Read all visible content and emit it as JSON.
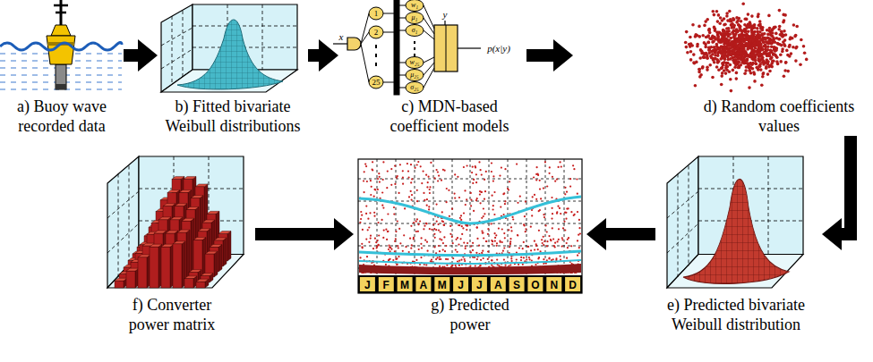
{
  "diagram": {
    "nodes": [
      {
        "text": [
          "a) Buoy wave recorded data"
        ]
      },
      {
        "text": [
          "b) Fitted bivariate Weibull distributions"
        ]
      },
      {
        "text": [
          "c) MDN-based coefficient models"
        ]
      },
      {
        "text": [
          "d) Random coefficients values"
        ]
      },
      {
        "text": [
          "e) Predicted bivariate Weibull distribution"
        ]
      },
      {
        "text": [
          "f) Converter power matrix"
        ]
      },
      {
        "text": [
          "g) Predicted power"
        ]
      }
    ],
    "edges": [
      {
        "from": 0,
        "to": 1,
        "arrow": "to"
      },
      {
        "from": 1,
        "to": 2,
        "arrow": "to"
      },
      {
        "from": 2,
        "to": 3,
        "arrow": "to"
      },
      {
        "from": 3,
        "to": 4,
        "arrow": "to"
      },
      {
        "from": 4,
        "to": 6,
        "arrow": "to"
      },
      {
        "from": 5,
        "to": 6,
        "arrow": "to"
      }
    ],
    "labels": [
      "x",
      "1",
      "2",
      "25",
      "w₁",
      "μ₁",
      "σ₁",
      "w₂₅",
      "μ₂₅",
      "σ₂₅",
      "y",
      "p(x|y)",
      "J",
      "F",
      "M",
      "A",
      "M",
      "J",
      "J",
      "A",
      "S",
      "O",
      "N",
      "D"
    ]
  }
}
